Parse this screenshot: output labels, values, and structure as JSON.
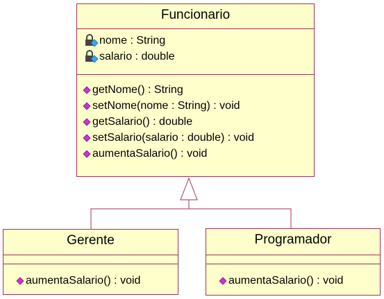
{
  "diagram": {
    "colors": {
      "class_fill": "#ffffcc",
      "class_border": "#a3305a",
      "method_icon": "#cc33cc",
      "attribute_icon": "#33aaee",
      "connector": "#a3305a"
    },
    "funcionario": {
      "name": "Funcionario",
      "attributes": [
        {
          "icon": "private-attribute-icon",
          "text": "nome : String"
        },
        {
          "icon": "private-attribute-icon",
          "text": "salario : double"
        }
      ],
      "methods": [
        {
          "icon": "public-method-icon",
          "text": "getNome() : String"
        },
        {
          "icon": "public-method-icon",
          "text": "setNome(nome : String) : void"
        },
        {
          "icon": "public-method-icon",
          "text": "getSalario() : double"
        },
        {
          "icon": "public-method-icon",
          "text": "setSalario(salario : double) : void"
        },
        {
          "icon": "public-method-icon",
          "text": "aumentaSalario() : void"
        }
      ]
    },
    "gerente": {
      "name": "Gerente",
      "methods": [
        {
          "icon": "public-method-icon",
          "text": "aumentaSalario() : void"
        }
      ]
    },
    "programador": {
      "name": "Programador",
      "methods": [
        {
          "icon": "public-method-icon",
          "text": "aumentaSalario() : void"
        }
      ]
    },
    "relationships": [
      {
        "type": "generalization",
        "from": "Gerente",
        "to": "Funcionario"
      },
      {
        "type": "generalization",
        "from": "Programador",
        "to": "Funcionario"
      }
    ]
  }
}
